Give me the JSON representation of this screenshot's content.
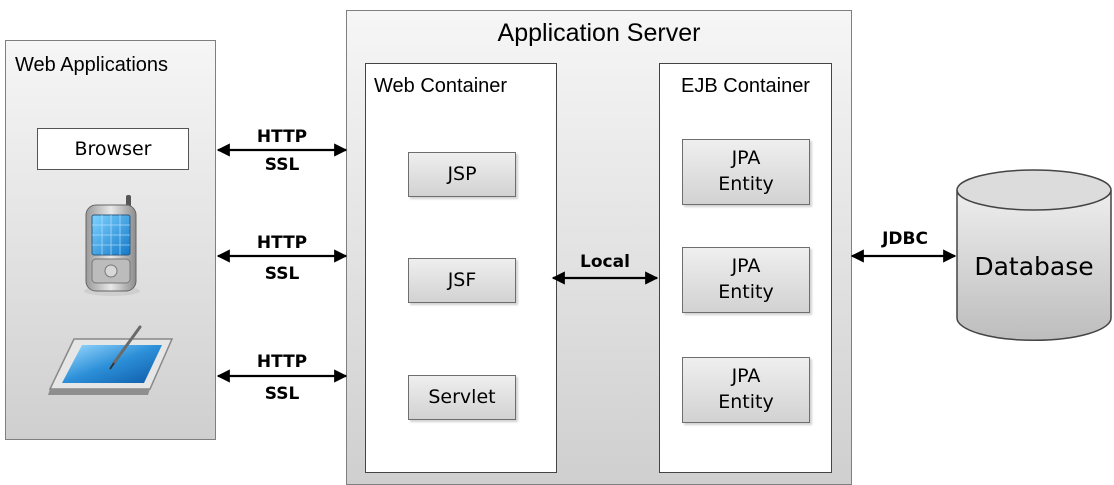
{
  "web_applications": {
    "title": "Web Applications",
    "browser_label": "Browser",
    "client_icons": [
      "smartphone-icon",
      "tablet-icon"
    ]
  },
  "application_server": {
    "title": "Application Server",
    "web_container": {
      "title": "Web Container",
      "components": [
        "JSP",
        "JSF",
        "Servlet"
      ]
    },
    "ejb_container": {
      "title": "EJB Container",
      "entities": [
        {
          "line1": "JPA",
          "line2": "Entity"
        },
        {
          "line1": "JPA",
          "line2": "Entity"
        },
        {
          "line1": "JPA",
          "line2": "Entity"
        }
      ]
    }
  },
  "connections": {
    "client_links": [
      {
        "protocol": "HTTP",
        "security": "SSL"
      },
      {
        "protocol": "HTTP",
        "security": "SSL"
      },
      {
        "protocol": "HTTP",
        "security": "SSL"
      }
    ],
    "internal_link": "Local",
    "db_link": "JDBC"
  },
  "database": {
    "label": "Database"
  },
  "colors": {
    "panel_border": "#7f7f7f",
    "panel_fill": "#e1e1e1",
    "arrow": "#000000"
  }
}
